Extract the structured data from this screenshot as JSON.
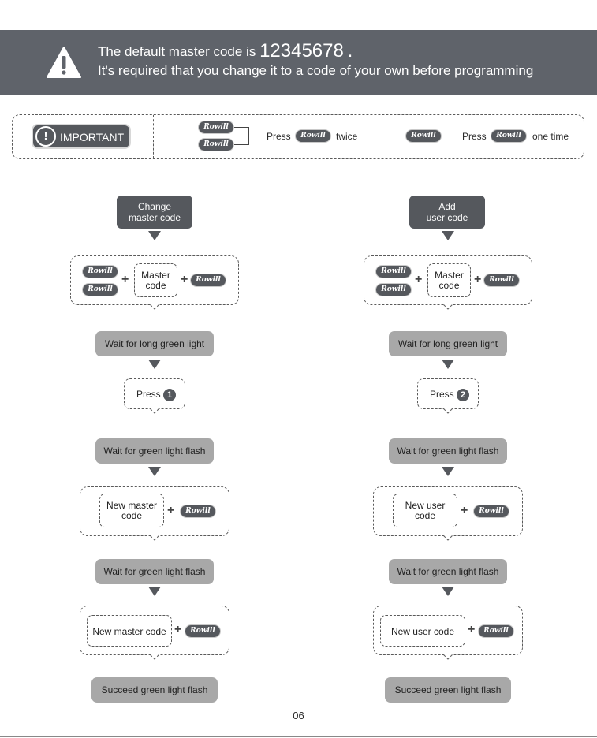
{
  "banner": {
    "line1_prefix": "The default master code is",
    "default_code": "12345678",
    "line1_suffix": ".",
    "line2": "It's required that you change it to a code of your own before programming"
  },
  "important": {
    "label": "IMPORTANT",
    "mark": "!",
    "key_label": "Rowill",
    "press": "Press",
    "twice": "twice",
    "one_time": "one time"
  },
  "left": {
    "title": "Change\nmaster code",
    "code_label": "Master code",
    "wait1": "Wait for long green light",
    "press": "Press",
    "press_num": "1",
    "wait2": "Wait for green light flash",
    "new_code": "New master code",
    "wait3": "Wait for green light flash",
    "confirm_code": "New master code",
    "result": "Succeed green light flash"
  },
  "right": {
    "title": "Add\nuser code",
    "code_label": "Master code",
    "wait1": "Wait for long green light",
    "press": "Press",
    "press_num": "2",
    "wait2": "Wait for green light flash",
    "new_code": "New user code",
    "wait3": "Wait for green light flash",
    "confirm_code": "New user code",
    "result": "Succeed green light flash"
  },
  "page_number": "06"
}
